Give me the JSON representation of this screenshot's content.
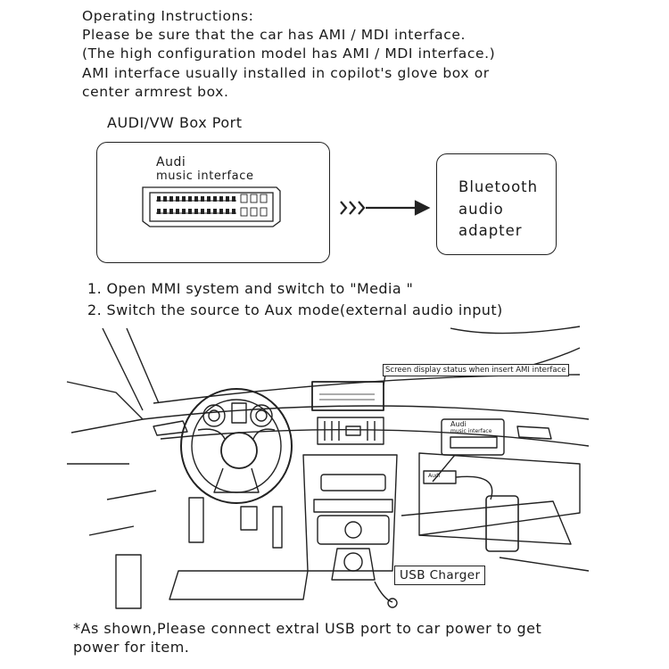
{
  "instructions": {
    "heading": "Operating Instructions:",
    "line1": "Please be sure that the car has AMI / MDI interface.",
    "line2": "(The high configuration model has AMI / MDI interface.)",
    "line3": "AMI interface usually installed in copilot's glove box or",
    "line4": "center armrest box."
  },
  "port_diagram": {
    "title": "AUDI/VW Box Port",
    "connector_label_1": "Audi",
    "connector_label_2": "music interface",
    "adapter_label": "Bluetooth\naudio\nadapter"
  },
  "steps": {
    "step1": "1. Open MMI system and switch to \"Media \"",
    "step2": "2. Switch the source to Aux mode(external audio input)"
  },
  "car_illustration": {
    "screen_callout": "Screen display status when insert AMI interface",
    "usb_callout": "USB Charger",
    "mini_audi": "Audi",
    "mini_music": "music interface",
    "plug_tag": "Audi"
  },
  "footnote": {
    "line1": "*As shown,Please connect extral USB port to car power to get",
    "line2": "power for item."
  }
}
